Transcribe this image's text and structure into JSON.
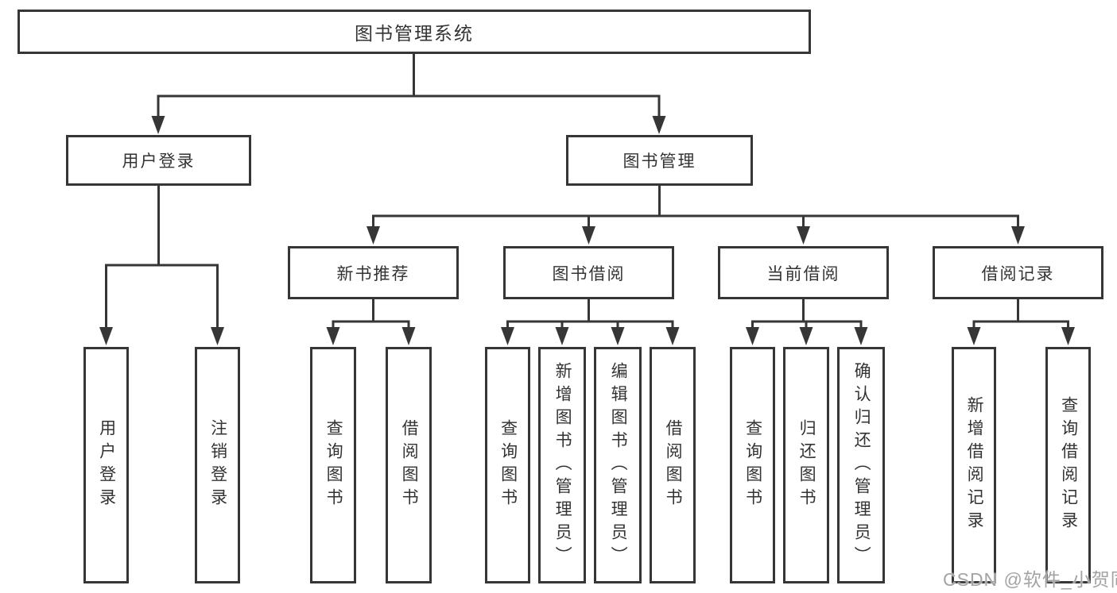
{
  "diagram": {
    "type": "hierarchy-tree",
    "colors": {
      "line": "#363636",
      "text": "#333333",
      "background": "#ffffff",
      "watermark": "#9e9e9e"
    },
    "tree": {
      "root": "图书管理系统",
      "user_login": {
        "label": "用户登录",
        "children": [
          "用户登录",
          "注销登录"
        ]
      },
      "book_management": {
        "label": "图书管理",
        "sections": [
          {
            "label": "新书推荐",
            "children": [
              "查询图书",
              "借阅图书"
            ]
          },
          {
            "label": "图书借阅",
            "children": [
              "查询图书",
              "新增图书（管理员）",
              "编辑图书（管理员）",
              "借阅图书"
            ]
          },
          {
            "label": "当前借阅",
            "children": [
              "查询图书",
              "归还图书",
              "确认归还（管理员）"
            ]
          },
          {
            "label": "借阅记录",
            "children": [
              "新增借阅记录",
              "查询借阅记录"
            ]
          }
        ]
      }
    },
    "watermark": "CSDN @软件_小贺同学"
  }
}
